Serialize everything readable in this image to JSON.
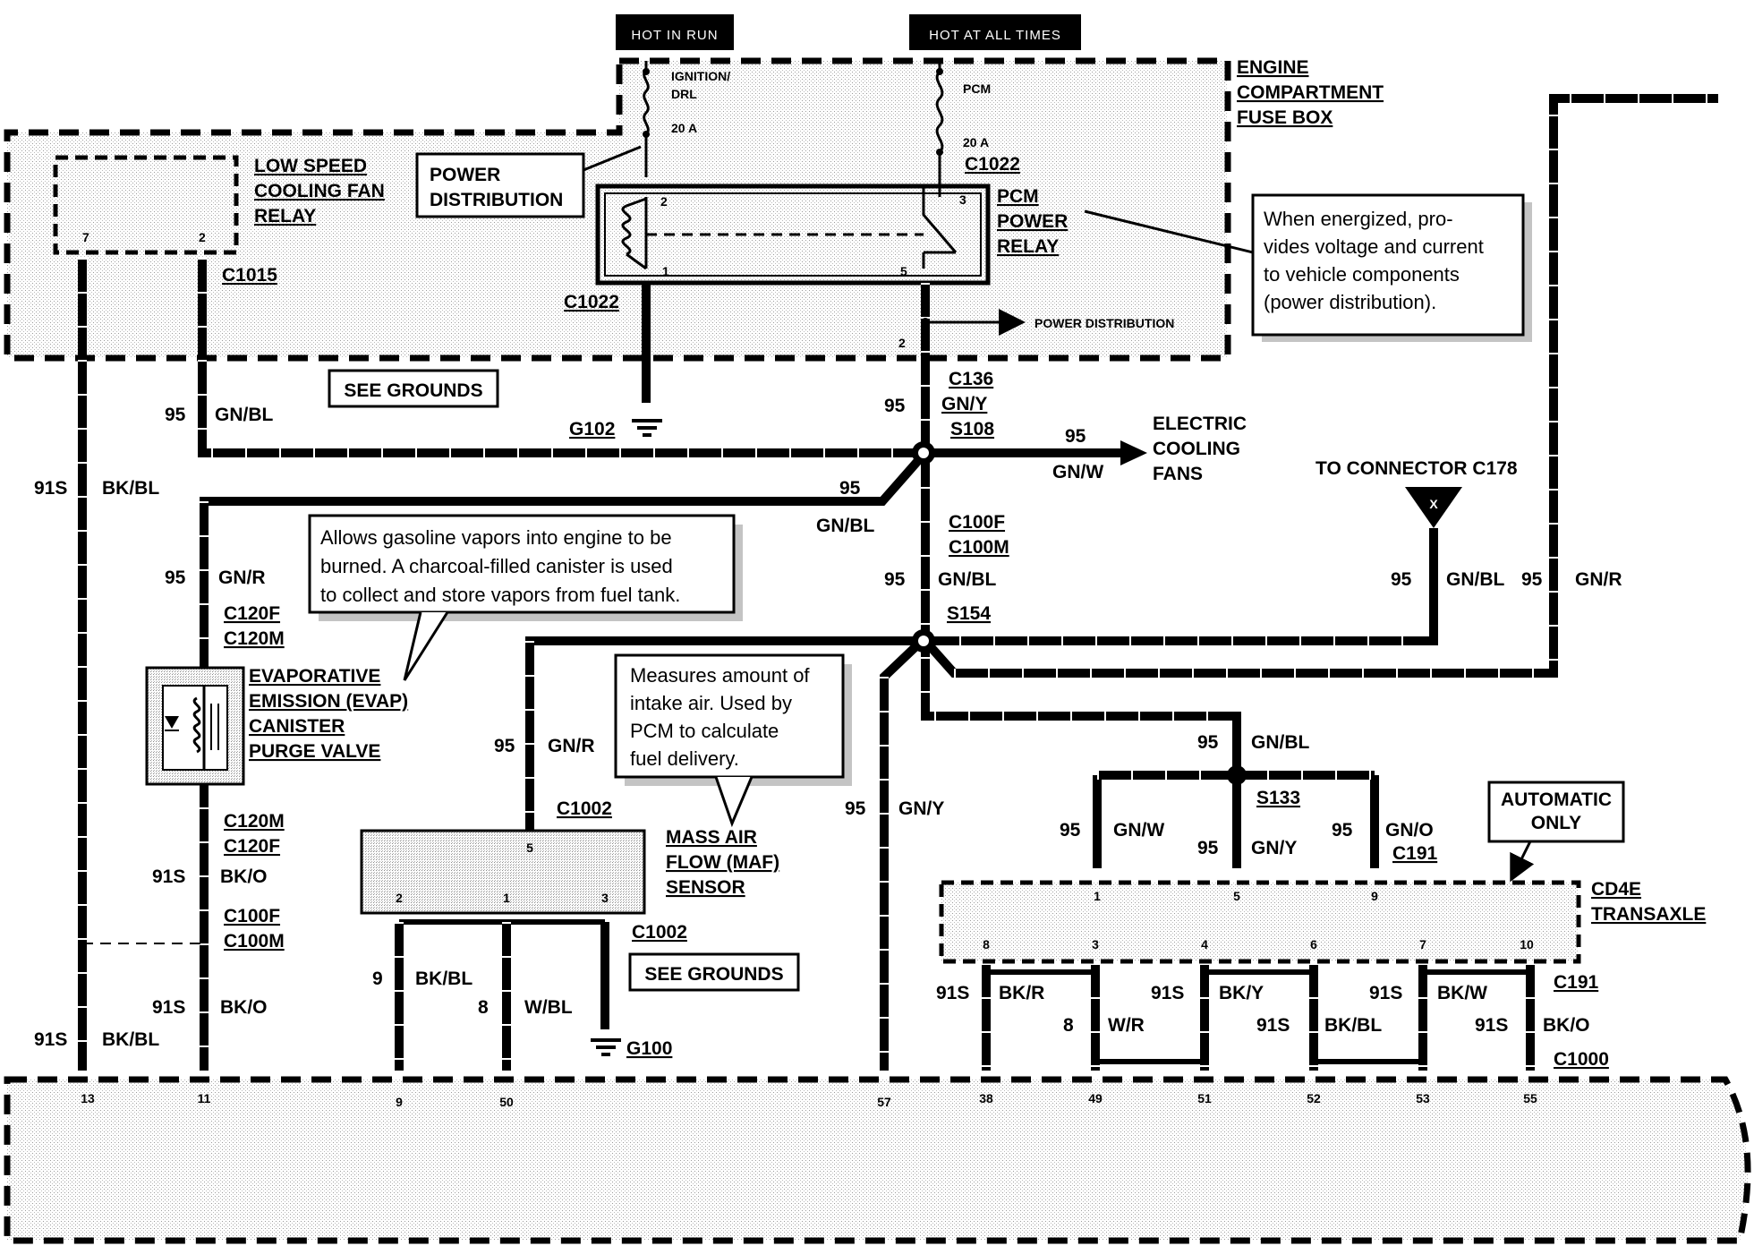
{
  "headers": {
    "hot_in_run": "HOT IN RUN",
    "hot_at_all_times": "HOT AT ALL TIMES"
  },
  "fuse_box": {
    "title_1": "ENGINE",
    "title_2": "COMPARTMENT",
    "title_3": "FUSE BOX",
    "fuse_ign_1": "IGNITION/",
    "fuse_ign_2": "DRL",
    "fuse_ign_amp": "20 A",
    "fuse_pcm": "PCM",
    "fuse_pcm_amp": "20 A",
    "c1022_top": "C1022",
    "power_dist_1": "POWER",
    "power_dist_2": "DISTRIBUTION",
    "relay_1": "PCM",
    "relay_2": "POWER",
    "relay_3": "RELAY",
    "pin2": "2",
    "pin3": "3",
    "pin1": "1",
    "pin5": "5",
    "c1022_bottom": "C1022",
    "power_distribution_arrow": "POWER DISTRIBUTION",
    "pin2b": "2"
  },
  "fan_relay": {
    "l1": "LOW SPEED",
    "l2": "COOLING FAN",
    "l3": "RELAY",
    "pin7": "7",
    "pin2": "2",
    "conn": "C1015"
  },
  "callouts": {
    "relay_1": "When energized, pro-",
    "relay_2": "vides voltage and current",
    "relay_3": "to vehicle components",
    "relay_4": "(power distribution).",
    "evap_1": "Allows gasoline vapors into engine to be",
    "evap_2": "burned. A charcoal-filled canister is used",
    "evap_3": "to collect and store vapors from fuel tank.",
    "maf_1": "Measures amount of",
    "maf_2": "intake air. Used by",
    "maf_3": "PCM to calculate",
    "maf_4": "fuel delivery."
  },
  "labels": {
    "see_grounds": "SEE GROUNDS",
    "g102": "G102",
    "g100": "G100",
    "c136": "C136",
    "gny": "GN/Y",
    "s108": "S108",
    "ecf_1": "ELECTRIC",
    "ecf_2": "COOLING",
    "ecf_3": "FANS",
    "to_c178": "TO CONNECTOR C178",
    "x": "X",
    "c100f": "C100F",
    "c100m": "C100M",
    "s154": "S154",
    "s133": "S133",
    "c120f": "C120F",
    "c120m": "C120M",
    "evap_1": "EVAPORATIVE",
    "evap_2": "EMISSION (EVAP)",
    "evap_3": "CANISTER",
    "evap_4": "PURGE VALVE",
    "c1002": "C1002",
    "maf_1": "MASS AIR",
    "maf_2": "FLOW (MAF)",
    "maf_3": "SENSOR",
    "auto_1": "AUTOMATIC",
    "auto_2": "ONLY",
    "cd4e_1": "CD4E",
    "cd4e_2": "TRANSAXLE",
    "c191": "C191",
    "c1000": "C1000"
  },
  "wires": {
    "n95": "95",
    "n91s": "91S",
    "n9": "9",
    "n8": "8",
    "gnbl": "GN/BL",
    "gnw": "GN/W",
    "gnr": "GN/R",
    "gny": "GN/Y",
    "gno": "GN/O",
    "bkbl": "BK/BL",
    "bko": "BK/O",
    "wbl": "W/BL",
    "bkr": "BK/R",
    "wr": "W/R",
    "bky": "BK/Y",
    "bkw": "BK/W"
  },
  "pins": {
    "maf_5": "5",
    "maf_2": "2",
    "maf_1": "1",
    "maf_3": "3",
    "t1": "1",
    "t5": "5",
    "t9": "9",
    "t8": "8",
    "t3": "3",
    "t4": "4",
    "t6": "6",
    "t7": "7",
    "t10": "10",
    "p13": "13",
    "p11": "11",
    "p9": "9",
    "p50": "50",
    "p57": "57",
    "p38": "38",
    "p49": "49",
    "p51": "51",
    "p52": "52",
    "p53": "53",
    "p55": "55"
  }
}
